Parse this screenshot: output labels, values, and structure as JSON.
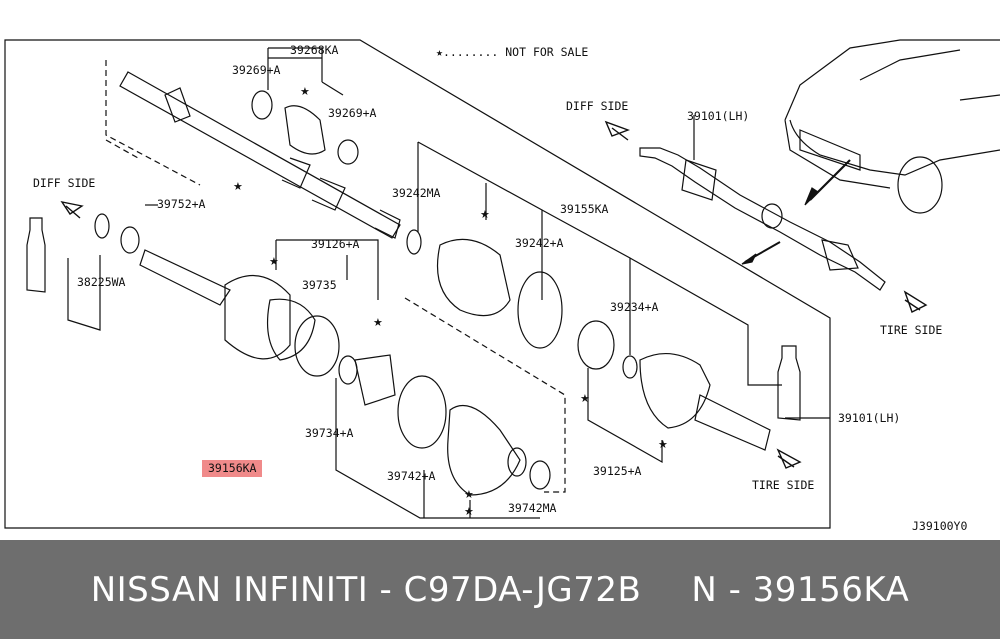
{
  "legend": {
    "star": "★",
    "text": "........ NOT FOR SALE"
  },
  "labels": {
    "p39268KA": "39268KA",
    "p39269A_top": "39269+A",
    "p39269A_mid": "39269+A",
    "diff_side_left": "DIFF SIDE",
    "p39752A": "39752+A",
    "p38225WA": "38225WA",
    "p39126A": "39126+A",
    "p39735": "39735",
    "p39242MA": "39242MA",
    "p39242A": "39242+A",
    "p39155KA": "39155KA",
    "p39234A": "39234+A",
    "p39734A": "39734+A",
    "p39156KA": "39156KA",
    "p39742A": "39742+A",
    "p39742MA": "39742MA",
    "p39125A": "39125+A",
    "tire_side_low": "TIRE SIDE",
    "diff_side_right": "DIFF SIDE",
    "p39101LH_top": "39101(LH)",
    "tire_side_right": "TIRE SIDE",
    "p39101LH_right": "39101(LH)",
    "diagram_code": "J39100Y0"
  },
  "footer": {
    "title": "NISSAN INFINITI - C97DA-JG72B",
    "part": "N - 39156KA"
  }
}
